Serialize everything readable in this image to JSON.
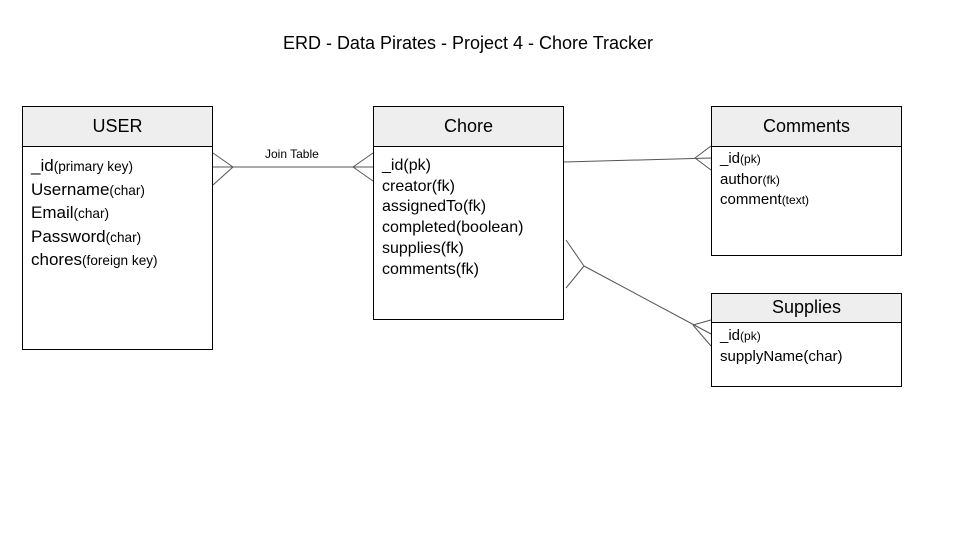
{
  "diagram": {
    "title": "ERD - Data Pirates - Project 4 - Chore Tracker",
    "join_label": "Join Table",
    "entities": {
      "user": {
        "name": "USER",
        "attributes": [
          {
            "name": "_id",
            "type": "(primary key)"
          },
          {
            "name": "Username",
            "type": "(char)"
          },
          {
            "name": "Email",
            "type": "(char)"
          },
          {
            "name": "Password",
            "type": "(char)"
          },
          {
            "name": "chores",
            "type": "(foreign key)"
          }
        ]
      },
      "chore": {
        "name": "Chore",
        "attributes": [
          {
            "name": "_id",
            "type": "(pk)"
          },
          {
            "name": "creator",
            "type": "(fk)"
          },
          {
            "name": "assignedTo",
            "type": "(fk)"
          },
          {
            "name": "completed",
            "type": "(boolean)"
          },
          {
            "name": "supplies",
            "type": "(fk)"
          },
          {
            "name": "comments",
            "type": "(fk)"
          }
        ]
      },
      "comments": {
        "name": "Comments",
        "attributes": [
          {
            "name": "_id",
            "type": "(pk)"
          },
          {
            "name": "author",
            "type": "(fk)"
          },
          {
            "name": "comment",
            "type": "(text)"
          }
        ]
      },
      "supplies": {
        "name": "Supplies",
        "attributes": [
          {
            "name": "_id",
            "type": "(pk)"
          },
          {
            "name": "supplyName",
            "type": "(char)"
          }
        ]
      }
    }
  }
}
